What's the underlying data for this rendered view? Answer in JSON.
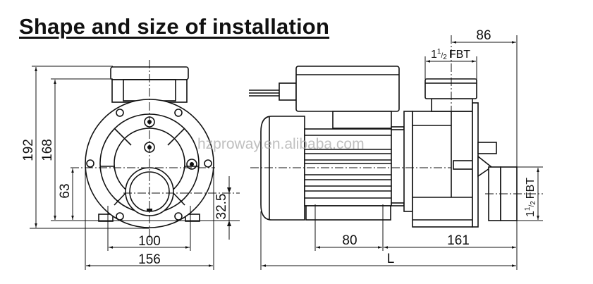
{
  "title": "Shape and size of installation",
  "watermark": "hzproway.en.alibaba.com",
  "front_view": {
    "dims": {
      "overall_height": "192",
      "motor_height": "168",
      "shaft_height": "63",
      "outlet_offset": "32.5",
      "foot_spacing": "100",
      "width": "156"
    }
  },
  "side_view": {
    "dims": {
      "outlet_to_end": "86",
      "foot_spacing": "80",
      "foot_to_end": "161",
      "length": "L"
    },
    "inlet_label": {
      "whole": "1",
      "num": "1",
      "den": "2",
      "suffix": "FBT"
    },
    "outlet_label": {
      "whole": "1",
      "num": "1",
      "den": "2",
      "suffix": "FBT"
    }
  }
}
